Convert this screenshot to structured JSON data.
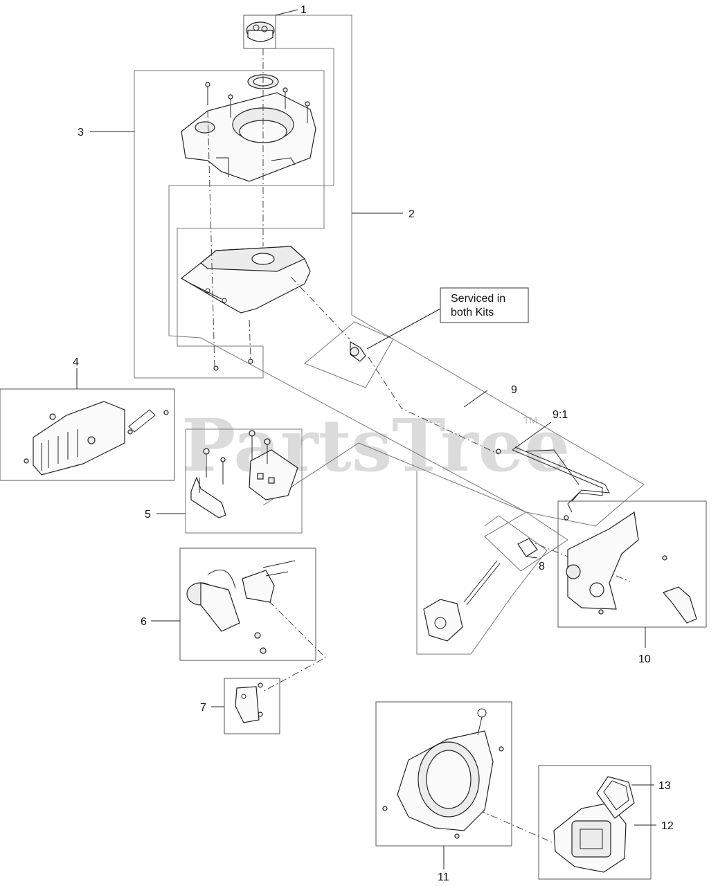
{
  "watermark": {
    "text": "PartsTree",
    "tm": "TM"
  },
  "note": {
    "line1": "Serviced in",
    "line2": "both Kits"
  },
  "callouts": [
    "1",
    "2",
    "3",
    "4",
    "5",
    "6",
    "7",
    "8",
    "9",
    "9:1",
    "10",
    "11",
    "12",
    "13"
  ]
}
